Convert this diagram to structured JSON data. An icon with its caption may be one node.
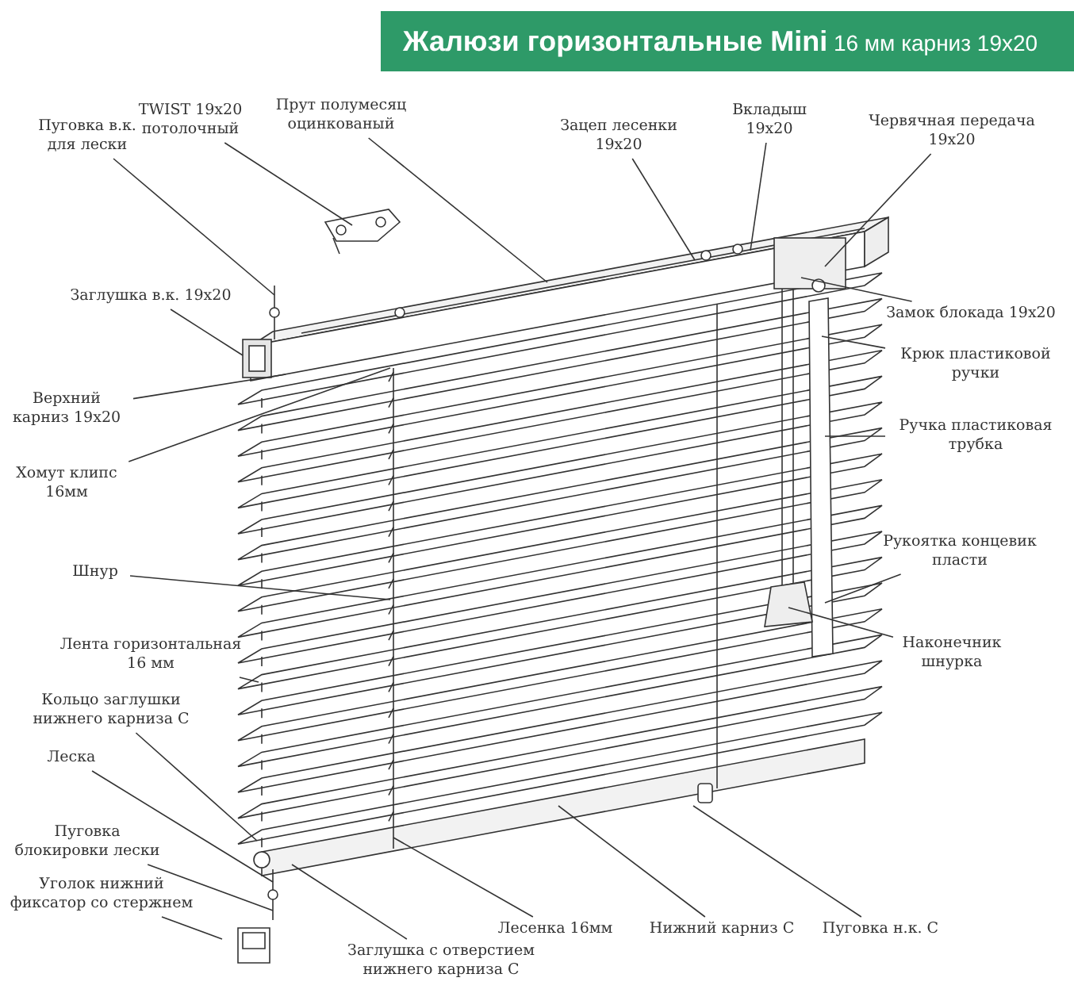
{
  "diagram": {
    "title": "**Жалюзи горизонтальные Mini** 16 мм карниз 19x20",
    "nodes": [
      {
        "text": [
          "Пуговка в.к. для лески"
        ]
      },
      {
        "text": [
          "TWIST 19x20 потолочный"
        ]
      },
      {
        "text": [
          "Прут полумесяц оцинкованый"
        ]
      },
      {
        "text": [
          "Заглушка в.к. 19x20"
        ]
      },
      {
        "text": [
          "Верхний карниз 19x20"
        ]
      },
      {
        "text": [
          "Хомут клипс 16мм"
        ]
      },
      {
        "text": [
          "Шнур"
        ]
      },
      {
        "text": [
          "Лента горизонтальная 16 мм"
        ]
      },
      {
        "text": [
          "Кольцо заглушки нижнего карниза С"
        ]
      },
      {
        "text": [
          "Леска"
        ]
      },
      {
        "text": [
          "Пуговка блокировки лески"
        ]
      },
      {
        "text": [
          "Уголок нижний фиксатор со стержнем"
        ]
      },
      {
        "text": [
          "Заглушка с отверстием нижнего карниза С"
        ]
      },
      {
        "text": [
          "Зацеп лесенки 19x20"
        ]
      },
      {
        "text": [
          "Вкладыш 19x20"
        ]
      },
      {
        "text": [
          "Червячная передача 19x20"
        ]
      },
      {
        "text": [
          "Замок блокада 19x20"
        ]
      },
      {
        "text": [
          "Крюк пластиковой ручки"
        ]
      },
      {
        "text": [
          "Ручка пластиковая трубка"
        ]
      },
      {
        "text": [
          "Рукоятка концевик пласти"
        ]
      },
      {
        "text": [
          "Наконечник шнурка"
        ]
      },
      {
        "text": [
          "Лесенка 16мм"
        ]
      },
      {
        "text": [
          "Нижний карниз С"
        ]
      },
      {
        "text": [
          "Пуговка н.к. С"
        ]
      }
    ],
    "edges": [
      {
        "from": 0,
        "to": null,
        "arrow": "none"
      },
      {
        "from": 1,
        "to": null,
        "arrow": "none"
      },
      {
        "from": 2,
        "to": null,
        "arrow": "none"
      },
      {
        "from": 3,
        "to": null,
        "arrow": "none"
      },
      {
        "from": 4,
        "to": null,
        "arrow": "none"
      },
      {
        "from": 5,
        "to": null,
        "arrow": "none"
      },
      {
        "from": 6,
        "to": null,
        "arrow": "none"
      },
      {
        "from": 7,
        "to": null,
        "arrow": "none"
      },
      {
        "from": 8,
        "to": null,
        "arrow": "none"
      },
      {
        "from": 9,
        "to": null,
        "arrow": "none"
      },
      {
        "from": 10,
        "to": null,
        "arrow": "none"
      },
      {
        "from": 11,
        "to": null,
        "arrow": "none"
      },
      {
        "from": 12,
        "to": null,
        "arrow": "none"
      },
      {
        "from": 13,
        "to": null,
        "arrow": "none"
      },
      {
        "from": 14,
        "to": null,
        "arrow": "none"
      },
      {
        "from": 15,
        "to": null,
        "arrow": "none"
      },
      {
        "from": 16,
        "to": null,
        "arrow": "none"
      },
      {
        "from": 17,
        "to": null,
        "arrow": "none"
      },
      {
        "from": 18,
        "to": null,
        "arrow": "none"
      },
      {
        "from": 19,
        "to": null,
        "arrow": "none"
      },
      {
        "from": 20,
        "to": null,
        "arrow": "none"
      },
      {
        "from": 21,
        "to": null,
        "arrow": "none"
      },
      {
        "from": 22,
        "to": null,
        "arrow": "none"
      },
      {
        "from": 23,
        "to": null,
        "arrow": "none"
      }
    ]
  }
}
